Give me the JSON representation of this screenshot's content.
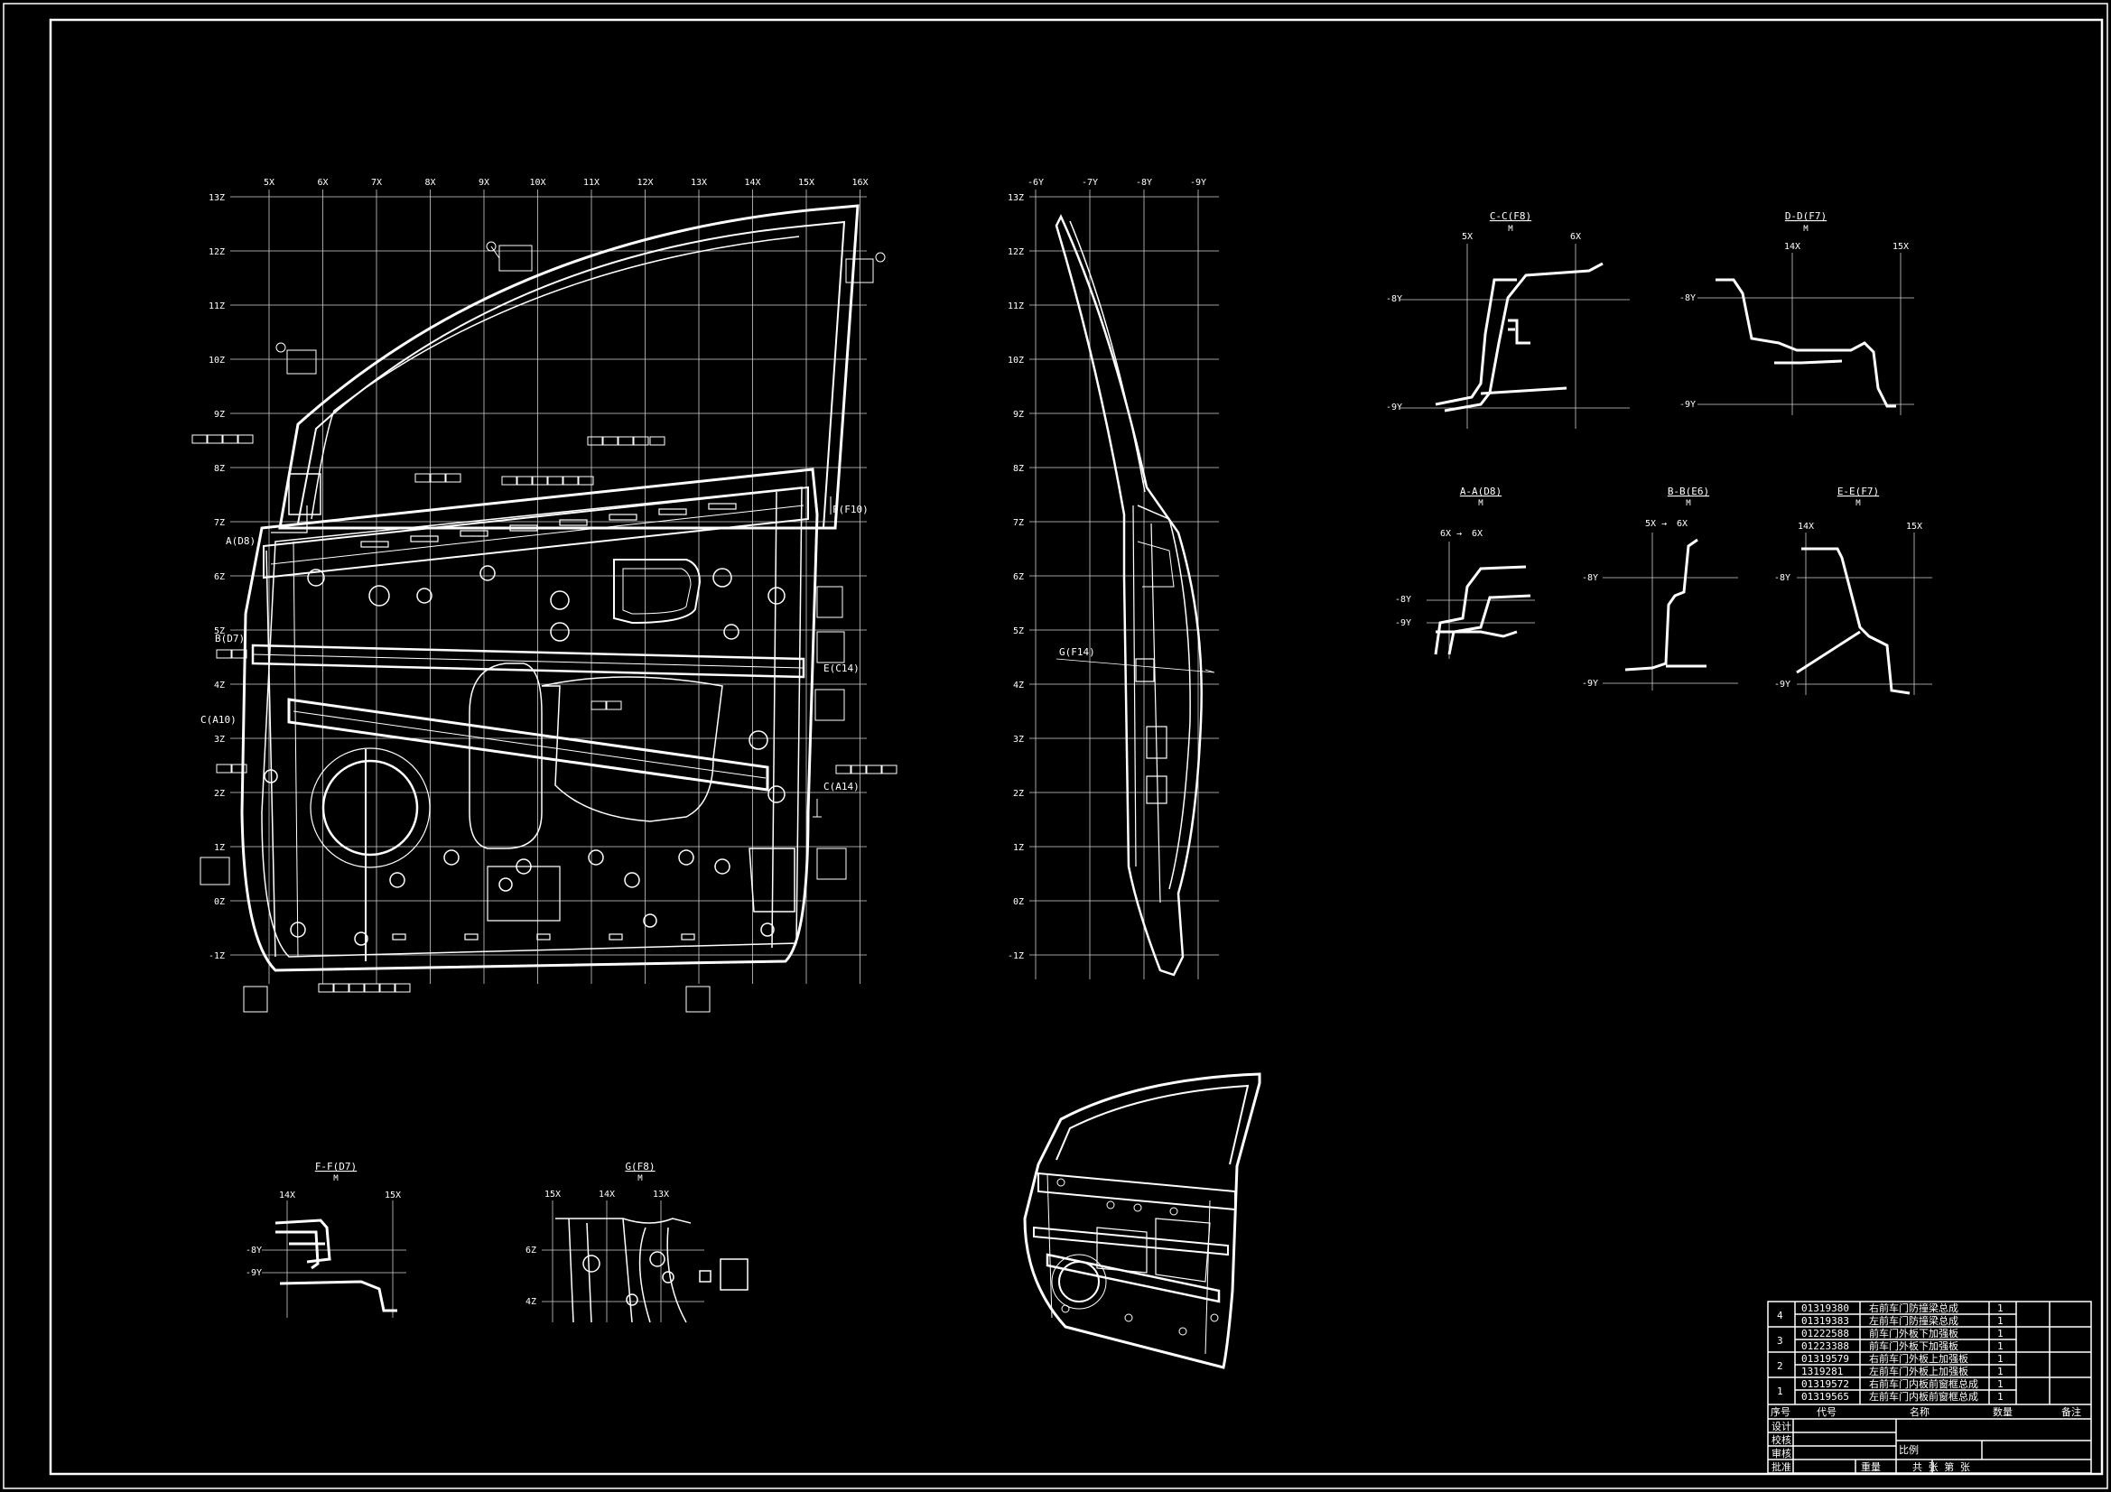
{
  "front_view": {
    "x_axis": [
      "5X",
      "6X",
      "7X",
      "8X",
      "9X",
      "10X",
      "11X",
      "12X",
      "13X",
      "14X",
      "15X",
      "16X"
    ],
    "z_axis": [
      "13Z",
      "12Z",
      "11Z",
      "10Z",
      "9Z",
      "8Z",
      "7Z",
      "6Z",
      "5Z",
      "4Z",
      "3Z",
      "2Z",
      "1Z",
      "0Z",
      "-1Z"
    ],
    "callouts": [
      "A(D8)",
      "B(D7)",
      "C(A10)",
      "C(A14)",
      "E(C14)",
      "F(F10)"
    ]
  },
  "side_view": {
    "y_axis": [
      "-6Y",
      "-7Y",
      "-8Y",
      "-9Y"
    ],
    "z_axis": [
      "13Z",
      "12Z",
      "11Z",
      "10Z",
      "9Z",
      "8Z",
      "7Z",
      "6Z",
      "5Z",
      "4Z",
      "3Z",
      "2Z",
      "1Z",
      "0Z",
      "-1Z"
    ],
    "callout": "G(F14)"
  },
  "sections": [
    {
      "id": "cc",
      "title": "C-C(F8)",
      "x1": "5X",
      "x2": "6X",
      "y1": "-8Y",
      "y2": "-9Y"
    },
    {
      "id": "dd",
      "title": "D-D(F7)",
      "x1": "14X",
      "x2": "15X",
      "y1": "-8Y",
      "y2": "-9Y"
    },
    {
      "id": "aa",
      "title": "A-A(D8)",
      "x1": "6X",
      "x2": "6X",
      "y1": "-8Y",
      "y2": "-9Y"
    },
    {
      "id": "bb",
      "title": "B-B(E6)",
      "x1": "5X",
      "x2": "6X",
      "y1": "-8Y",
      "y2": "-9Y"
    },
    {
      "id": "ee",
      "title": "E-E(F7)",
      "x1": "14X",
      "x2": "15X",
      "y1": "-8Y",
      "y2": "-9Y"
    },
    {
      "id": "ff",
      "title": "F-F(D7)",
      "x1": "14X",
      "x2": "15X",
      "y1": "-8Y",
      "y2": "-9Y"
    },
    {
      "id": "gg",
      "title": "G(F8)",
      "x1": "15X",
      "x2": "14X",
      "x3": "13X",
      "z1": "6Z",
      "z2": "4Z"
    }
  ],
  "title_block": {
    "rows": [
      {
        "no": "4",
        "code_a": "01319380",
        "name_a": "右前车门防撞梁总成",
        "code_b": "01319383",
        "name_b": "左前车门防撞梁总成",
        "qty_a": "1",
        "qty_b": "1"
      },
      {
        "no": "3",
        "code_a": "01222588",
        "name_a": "前车门外板下加强板",
        "code_b": "01223388",
        "name_b": "前车门外板下加强板",
        "qty_a": "1",
        "qty_b": "1"
      },
      {
        "no": "2",
        "code_a": "01319579",
        "name_a": "右前车门外板上加强板",
        "code_b": "1319281",
        "name_b": "左前车门外板上加强板",
        "qty_a": "1",
        "qty_b": "1"
      },
      {
        "no": "1",
        "code_a": "01319572",
        "name_a": "右前车门内板前窗框总成",
        "code_b": "01319565",
        "name_b": "左前车门内板前窗框总成",
        "qty_a": "1",
        "qty_b": "1"
      }
    ],
    "header": {
      "no": "序号",
      "code": "代号",
      "name": "名称",
      "qty": "数量",
      "note": "备注"
    },
    "sign_labels": [
      "设计",
      "校核",
      "审核",
      "批准"
    ],
    "scale_label": "比例",
    "sheet_label": "共  张  第  张",
    "weight_label": "重量"
  }
}
